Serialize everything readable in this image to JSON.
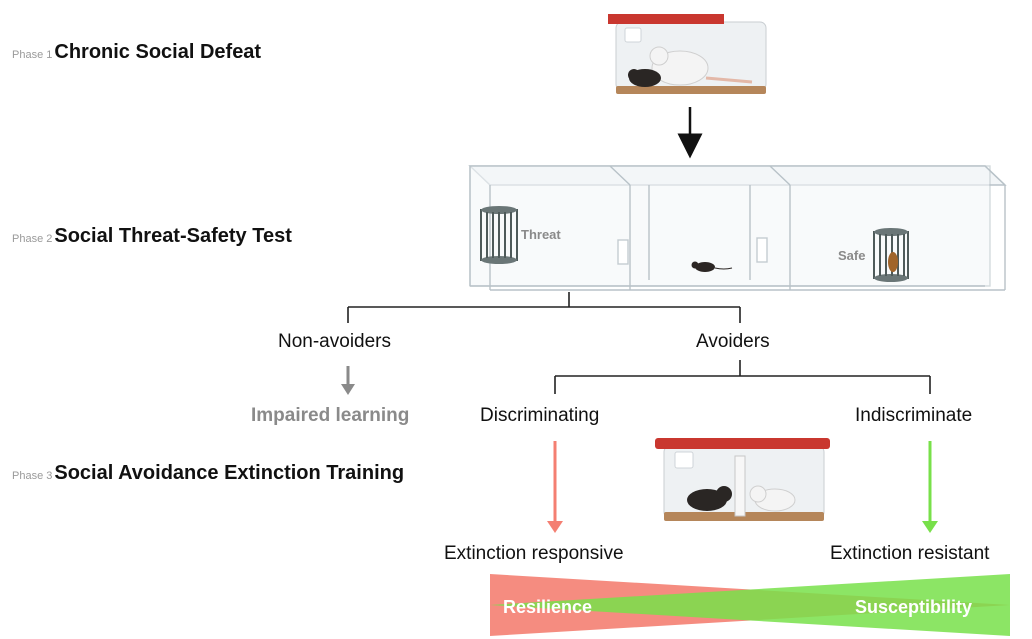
{
  "phases": [
    {
      "tag": "Phase 1",
      "title": "Chronic Social Defeat"
    },
    {
      "tag": "Phase 2",
      "title": "Social Threat-Safety Test"
    },
    {
      "tag": "Phase 3",
      "title": "Social Avoidance Extinction Training"
    }
  ],
  "arena": {
    "threat_label": "Threat",
    "safe_label": "Safe"
  },
  "outcomes": {
    "non_avoiders": "Non-avoiders",
    "avoiders": "Avoiders",
    "impaired_learning": "Impaired learning",
    "discriminating": "Discriminating",
    "indiscriminate": "Indiscriminate",
    "extinction_responsive": "Extinction responsive",
    "extinction_resistant": "Extinction resistant"
  },
  "gradient": {
    "left_label": "Resilience",
    "right_label": "Susceptibility"
  },
  "colors": {
    "salmon": "#f47f72",
    "green": "#78e04a",
    "cage_red": "#c9372f",
    "grey_arrow": "#8a8a8a"
  }
}
